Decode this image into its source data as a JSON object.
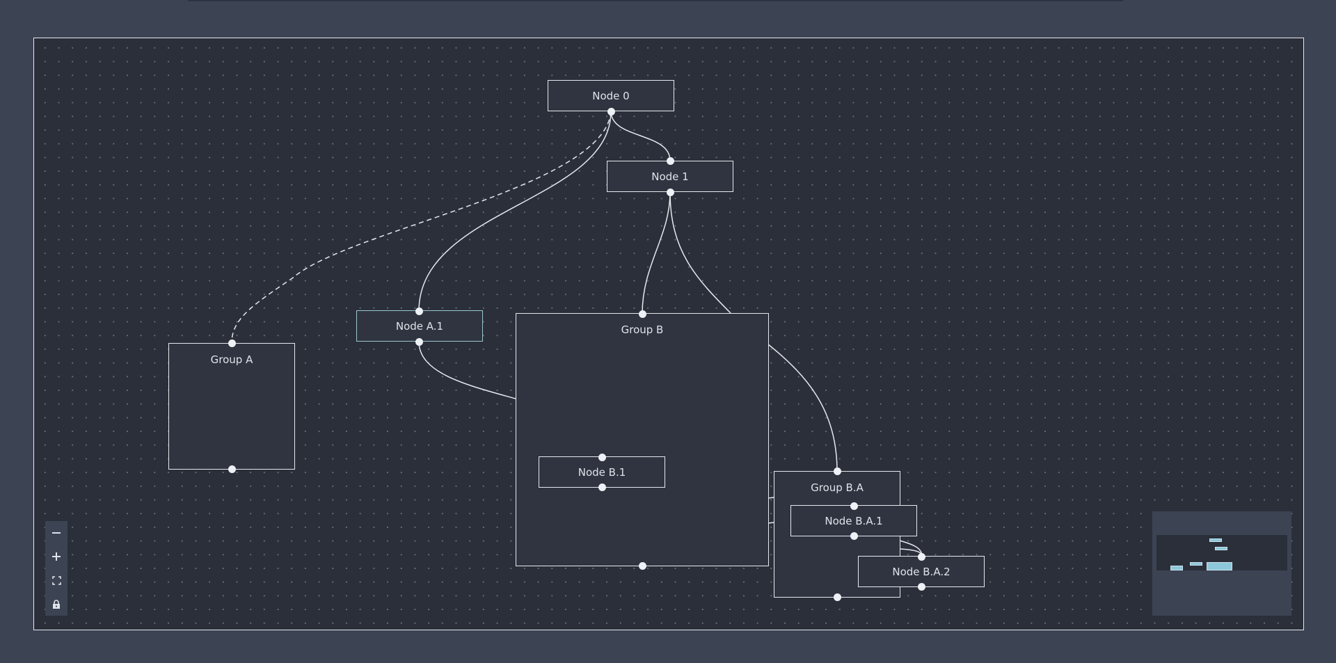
{
  "diagram": {
    "nodes": [
      {
        "id": "node-0",
        "label": "Node 0",
        "type": "node",
        "selected": false
      },
      {
        "id": "node-1",
        "label": "Node 1",
        "type": "node",
        "selected": false
      },
      {
        "id": "node-a1",
        "label": "Node A.1",
        "type": "node",
        "selected": true
      },
      {
        "id": "group-a",
        "label": "Group A",
        "type": "group",
        "selected": false
      },
      {
        "id": "group-b",
        "label": "Group B",
        "type": "group",
        "selected": false
      },
      {
        "id": "node-b1",
        "label": "Node B.1",
        "type": "node",
        "selected": false
      },
      {
        "id": "group-ba",
        "label": "Group B.A",
        "type": "group",
        "selected": false
      },
      {
        "id": "node-ba1",
        "label": "Node B.A.1",
        "type": "node",
        "selected": false
      },
      {
        "id": "node-ba2",
        "label": "Node B.A.2",
        "type": "node",
        "selected": false
      }
    ],
    "edges": [
      {
        "source": "Node 0",
        "target": "Node 1",
        "style": "solid"
      },
      {
        "source": "Node 0",
        "target": "Node A.1",
        "style": "solid"
      },
      {
        "source": "Node 0",
        "target": "Group A",
        "style": "dashed"
      },
      {
        "source": "Node 1",
        "target": "Group B",
        "style": "solid"
      },
      {
        "source": "Node 1",
        "target": "Node B.A.1",
        "style": "solid"
      },
      {
        "source": "Node A.1",
        "target": "Node B.1",
        "style": "solid"
      },
      {
        "source": "Group B",
        "target": "Group B.A",
        "style": "solid"
      },
      {
        "source": "Node B.A.1",
        "target": "Node B.A.2",
        "style": "solid"
      }
    ]
  },
  "controls": {
    "zoom_out_icon": "minus-icon",
    "zoom_in_icon": "plus-icon",
    "fit_view_icon": "fit-view-icon",
    "lock_icon": "lock-icon"
  },
  "colors": {
    "background": "#3c4353",
    "canvas": "#2b2f3a",
    "node_fill": "#2f3440",
    "node_border": "#e6e9ee",
    "selected_border": "#9cc7cf",
    "minimap_node": "#8ec7d9"
  }
}
